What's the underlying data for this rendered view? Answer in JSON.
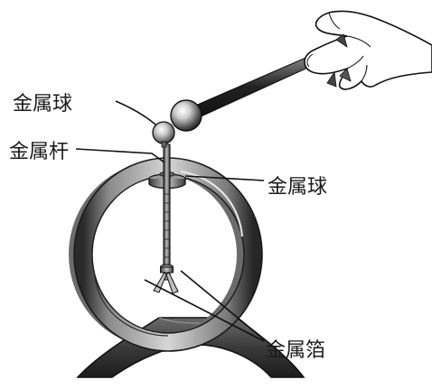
{
  "labels": {
    "ball_top": "金属球",
    "rod": "金属杆",
    "ball_cap": "金属球",
    "foil": "金属箔"
  }
}
